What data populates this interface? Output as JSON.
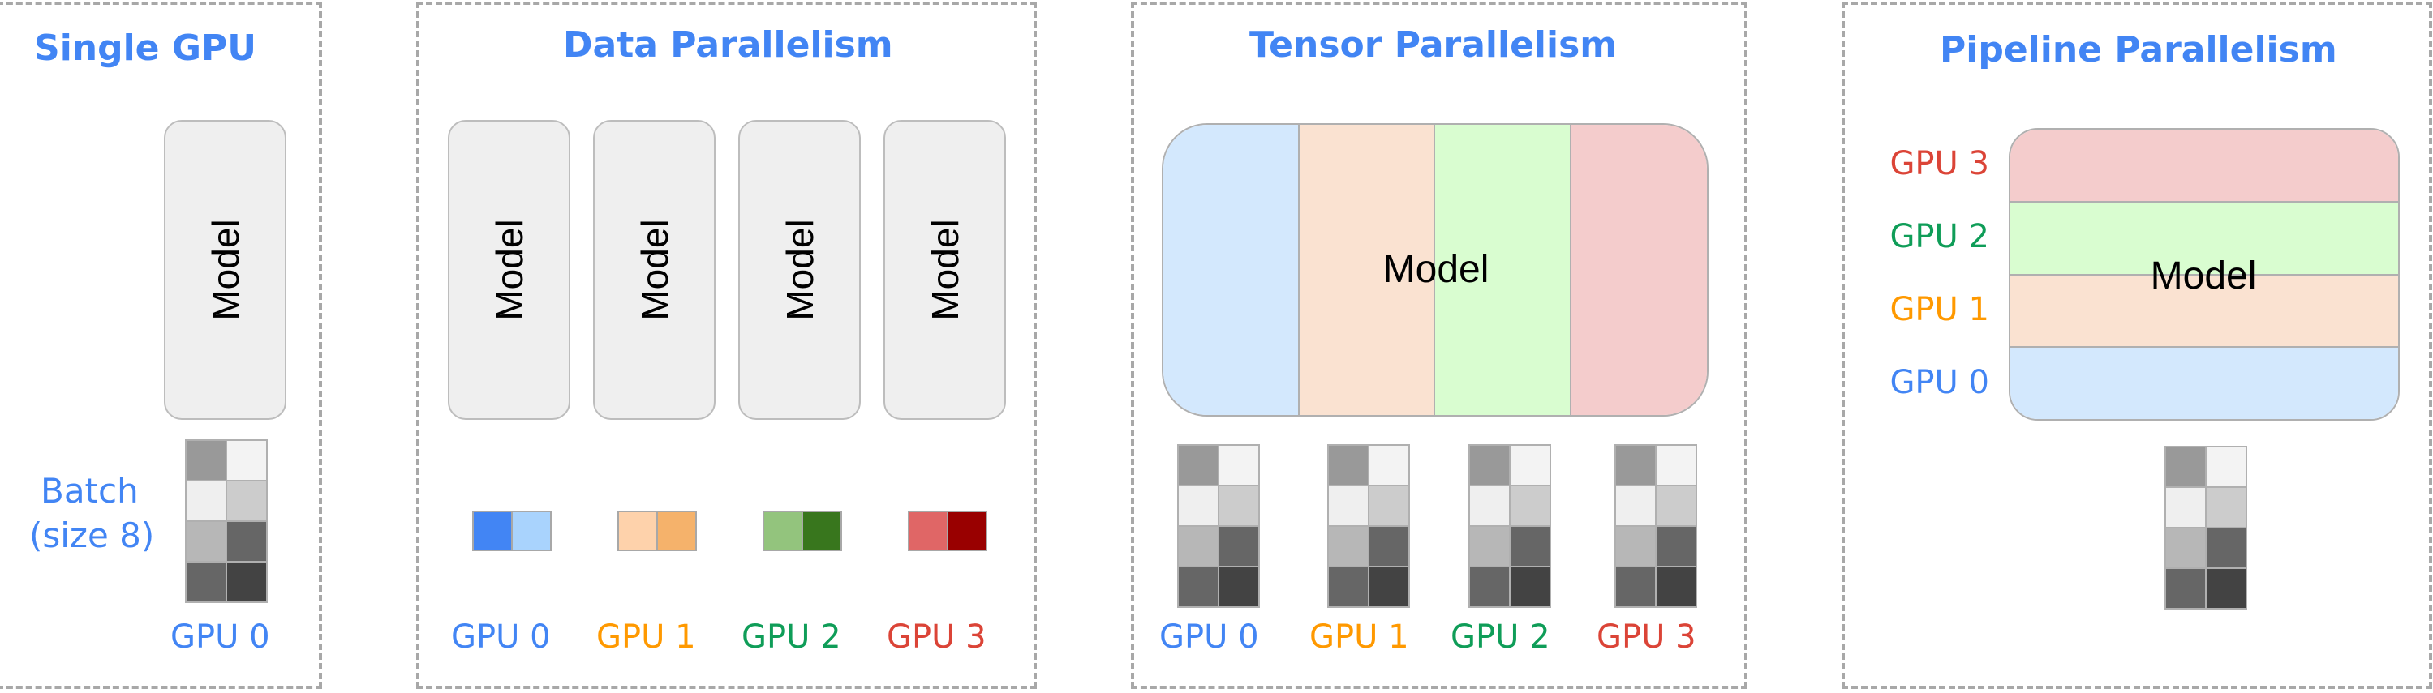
{
  "colors": {
    "title": "#4285f4",
    "gpu": [
      "#4285f4",
      "#ff9900",
      "#0f9d58",
      "#db4437"
    ],
    "shard_light": [
      "#d3e8fd",
      "#fae2d1",
      "#d9fdd0",
      "#f4cccc"
    ],
    "batch_cells": [
      "#999999",
      "#f3f3f3",
      "#efefef",
      "#cccccc",
      "#b7b7b7",
      "#666666",
      "#666666",
      "#434343"
    ],
    "data_parallel_samples": [
      [
        "#4285f4",
        "#a9d3fd"
      ],
      [
        "#fed2ab",
        "#f5b26b"
      ],
      [
        "#93c47d",
        "#38761d"
      ],
      [
        "#e06666",
        "#990000"
      ]
    ]
  },
  "single_gpu": {
    "title": "Single GPU",
    "model_label": "Model",
    "batch_label_line1": "Batch",
    "batch_label_line2": "(size 8)",
    "gpu_label": "GPU 0"
  },
  "data_parallelism": {
    "title": "Data Parallelism",
    "replicas": [
      {
        "model_label": "Model",
        "gpu_label": "GPU 0"
      },
      {
        "model_label": "Model",
        "gpu_label": "GPU 1"
      },
      {
        "model_label": "Model",
        "gpu_label": "GPU 2"
      },
      {
        "model_label": "Model",
        "gpu_label": "GPU 3"
      }
    ]
  },
  "tensor_parallelism": {
    "title": "Tensor Parallelism",
    "model_label": "Model",
    "gpu_labels": [
      "GPU 0",
      "GPU 1",
      "GPU 2",
      "GPU 3"
    ]
  },
  "pipeline_parallelism": {
    "title": "Pipeline Parallelism",
    "model_label": "Model",
    "stage_labels_top_to_bottom": [
      "GPU 3",
      "GPU 2",
      "GPU 1",
      "GPU 0"
    ]
  }
}
